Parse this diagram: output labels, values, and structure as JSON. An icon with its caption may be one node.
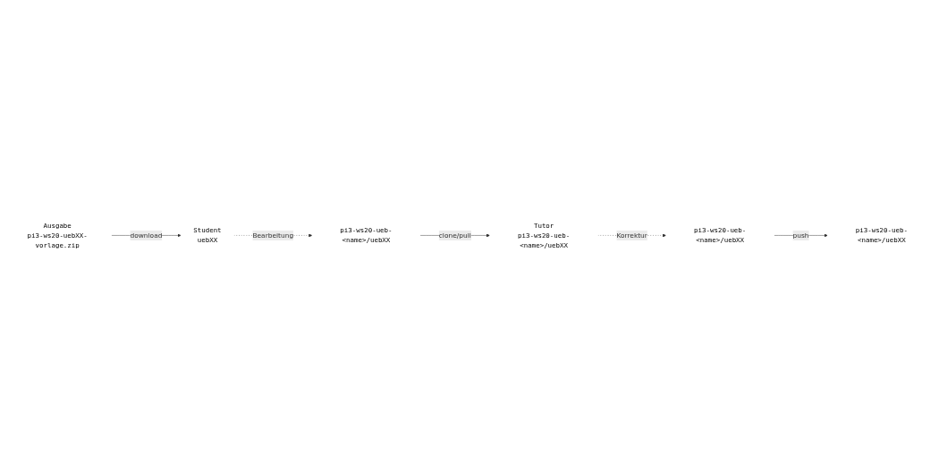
{
  "diagram": {
    "nodes": [
      {
        "text": [
          "Ausgabe",
          "pi3-ws20-uebXX-vorlage.zip"
        ]
      },
      {
        "text": [
          "Student",
          "uebXX"
        ]
      },
      {
        "text": [
          "pi3-ws20-ueb-<name>/uebXX"
        ]
      },
      {
        "text": [
          "Tutor",
          "pi3-ws20-ueb-<name>/uebXX"
        ]
      },
      {
        "text": [
          "pi3-ws20-ueb-<name>/uebXX"
        ]
      },
      {
        "text": [
          "pi3-ws20-ueb-<name>/uebXX"
        ]
      }
    ],
    "edges": [
      {
        "from": 0,
        "to": 1,
        "arrow": "to",
        "label": "download"
      },
      {
        "from": 1,
        "to": 2,
        "arrow": "to",
        "label": "Bearbeitung",
        "style": "dashed"
      },
      {
        "from": 2,
        "to": 3,
        "arrow": "to",
        "label": "clone/pull"
      },
      {
        "from": 3,
        "to": 4,
        "arrow": "to",
        "label": "Korrektur",
        "style": "dashed"
      },
      {
        "from": 4,
        "to": 5,
        "arrow": "to",
        "label": "push"
      }
    ]
  }
}
